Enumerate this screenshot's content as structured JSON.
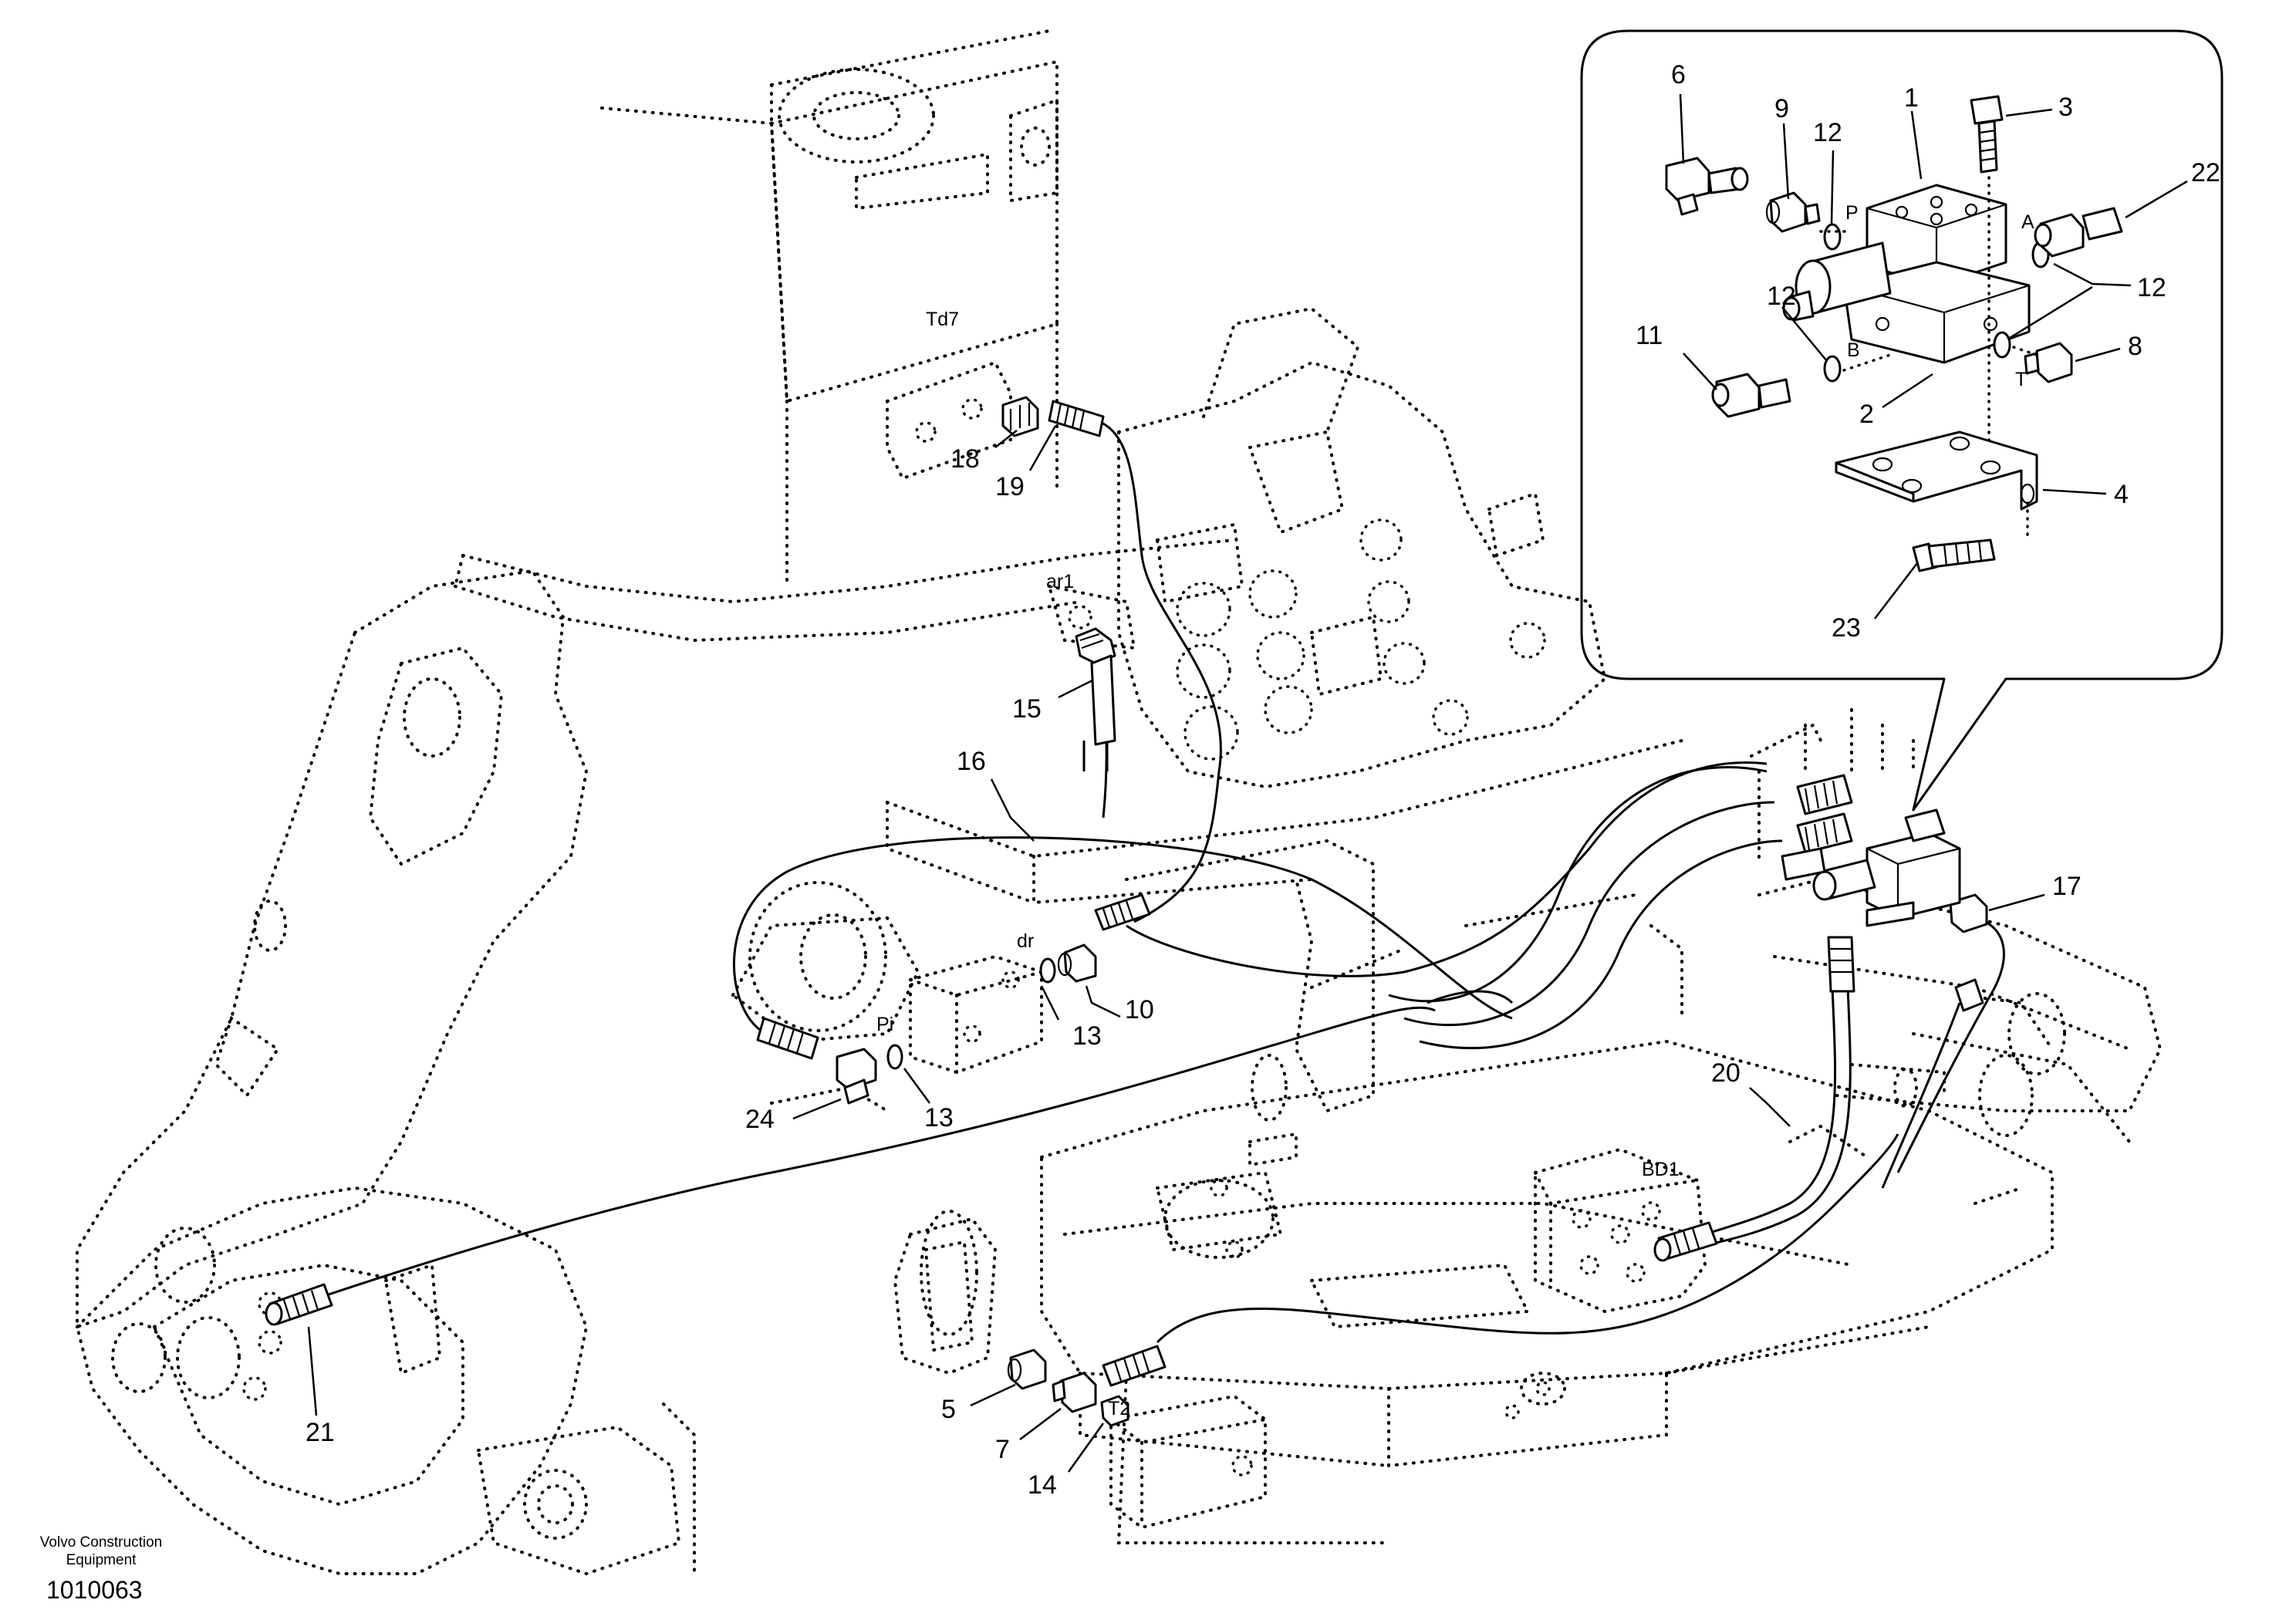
{
  "labels": {
    "n1": "1",
    "n2": "2",
    "n3": "3",
    "n4": "4",
    "n5": "5",
    "n6": "6",
    "n7": "7",
    "n8": "8",
    "n9": "9",
    "n10": "10",
    "n11": "11",
    "n12a": "12",
    "n12b": "12",
    "n12c": "12",
    "n13a": "13",
    "n13b": "13",
    "n14": "14",
    "n15": "15",
    "n16": "16",
    "n17": "17",
    "n18": "18",
    "n19": "19",
    "n20": "20",
    "n21": "21",
    "n22": "22",
    "n23": "23",
    "n24": "24"
  },
  "ports": {
    "P": "P",
    "A": "A",
    "B": "B",
    "T": "T",
    "Td7": "Td7",
    "ar1": "ar1",
    "dr": "dr",
    "Pi": "Pi",
    "T2": "T2",
    "BD1": "BD1"
  },
  "footer": {
    "credit_line1": "Volvo Construction",
    "credit_line2": "Equipment",
    "doc_number": "1010063"
  }
}
